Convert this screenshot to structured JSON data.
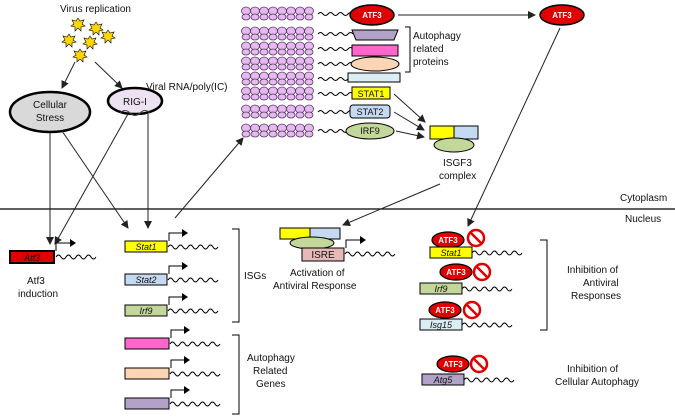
{
  "labels": {
    "virus_replication": "Virus replication",
    "cellular_stress_1": "Cellular",
    "cellular_stress_2": "Stress",
    "rig_i": "RIG-I",
    "viral_rna": "Viral RNA/poly(IC)",
    "atf3": "ATF3",
    "autophagy_proteins_1": "Autophagy",
    "autophagy_proteins_2": "related",
    "autophagy_proteins_3": "proteins",
    "stat1": "STAT1",
    "stat2": "STAT2",
    "irf9": "IRF9",
    "isgf3_1": "ISGF3",
    "isgf3_2": "complex",
    "cytoplasm": "Cytoplasm",
    "nucleus": "Nucleus",
    "atf3_gene": "Atf3",
    "atf3_induction_1": "Atf3",
    "atf3_induction_2": "induction",
    "gene_stat1": "Stat1",
    "gene_stat2": "Stat2",
    "gene_irf9": "Irf9",
    "isgs": "ISGs",
    "autophagy_genes_1": "Autophagy",
    "autophagy_genes_2": "Related",
    "autophagy_genes_3": "Genes",
    "isre": "ISRE",
    "activation_1": "Activation of",
    "activation_2": "Antiviral Response",
    "gene_isg15": "Isg15",
    "gene_atg5": "Atg5",
    "inhibition_antiviral_1": "Inhibition of",
    "inhibition_antiviral_2": "Antiviral",
    "inhibition_antiviral_3": "Responses",
    "inhibition_autophagy_1": "Inhibition of",
    "inhibition_autophagy_2": "Cellular Autophagy"
  },
  "colors": {
    "atf3_red": "#e00000",
    "stat1_yellow": "#ffff00",
    "stat2_blue": "#c5d9f1",
    "irf9_green": "#c4d79b",
    "autophagy_lavender": "#b3a2c7",
    "autophagy_pink": "#ff66cc",
    "autophagy_peach": "#fcd5b4",
    "autophagy_lightblue": "#dbeef4",
    "ribosome_pink": "#e6b9ef",
    "rig_i_fill": "#ece2f2",
    "stress_fill": "#d9d9d9",
    "isre_fill": "#e6b9b8",
    "virus_yellow": "#ffd700"
  }
}
